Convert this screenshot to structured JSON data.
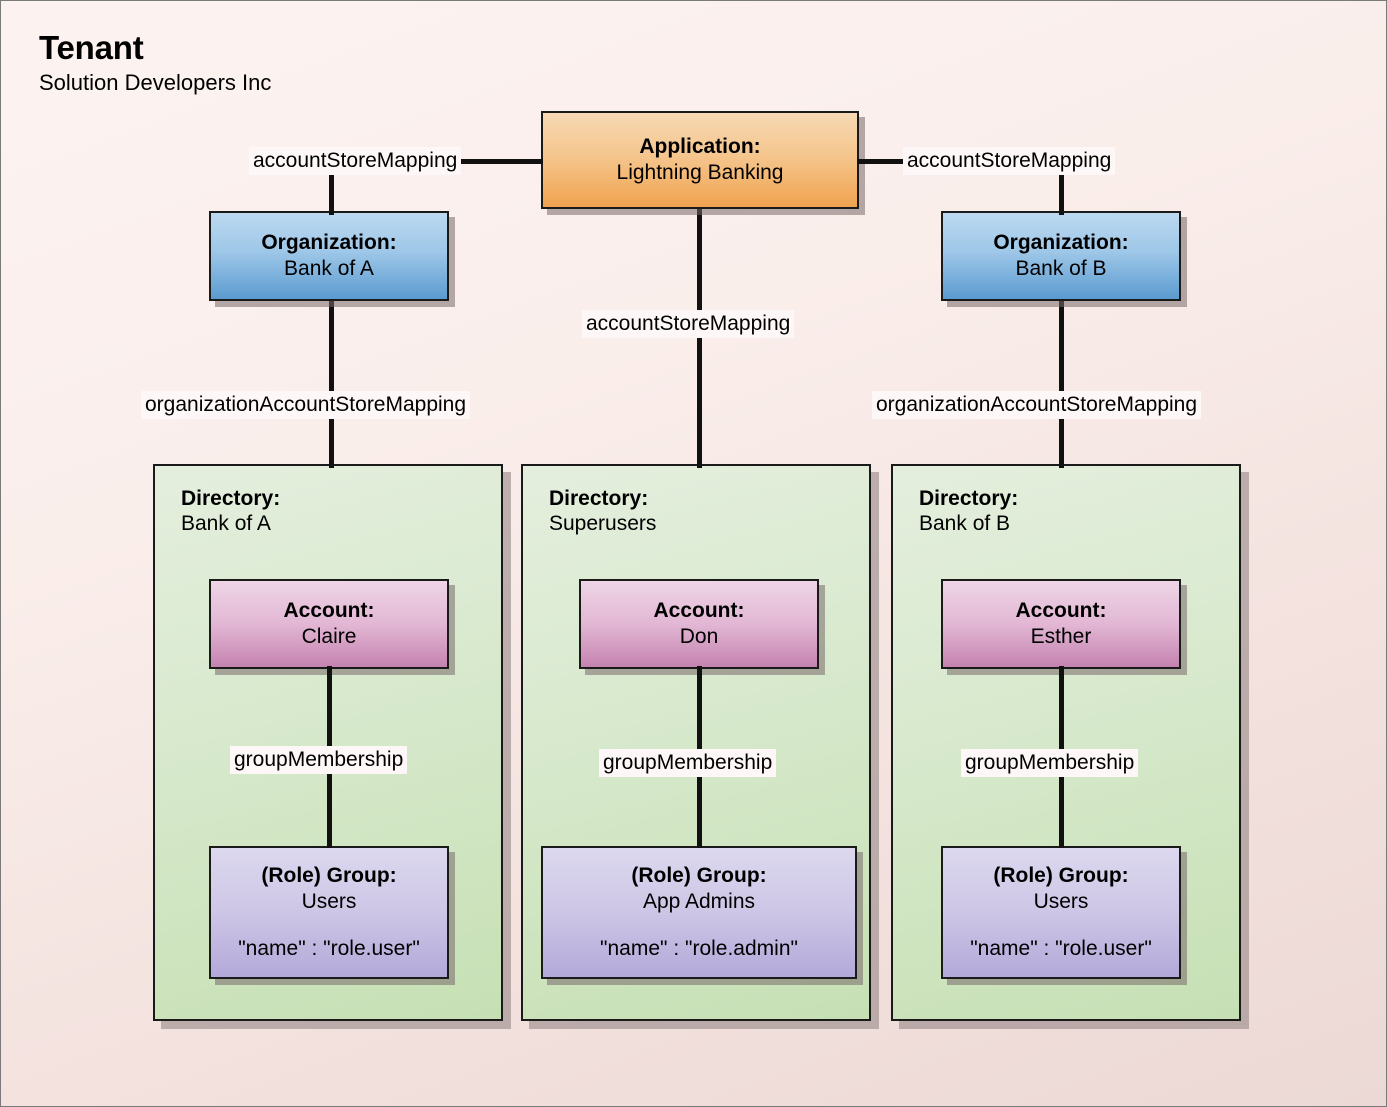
{
  "diagram": {
    "title": "Tenant",
    "subtitle": "Solution Developers Inc",
    "type": "entity-relationship-diagram"
  },
  "colors": {
    "background_top": "#fcf3f1",
    "background_bottom": "#ecd9d5",
    "application_fill": "#f0a350",
    "organization_fill": "#5b9bd0",
    "directory_fill": "#c6e0b4",
    "account_fill": "#c583b0",
    "group_fill": "#b3a9da",
    "connector": "#111111",
    "border": "#1a1a1a"
  },
  "application": {
    "head": "Application:",
    "sub": "Lightning Banking"
  },
  "organizations": [
    {
      "head": "Organization:",
      "sub": "Bank of A"
    },
    {
      "head": "Organization:",
      "sub": "Bank of B"
    }
  ],
  "directories": [
    {
      "head": "Directory:",
      "sub": "Bank of A",
      "account": {
        "head": "Account:",
        "sub": "Claire"
      },
      "group": {
        "head": "(Role) Group:",
        "sub": "Users",
        "json": "\"name\" : \"role.user\""
      },
      "membership_label": "groupMembership"
    },
    {
      "head": "Directory:",
      "sub": "Superusers",
      "account": {
        "head": "Account:",
        "sub": "Don"
      },
      "group": {
        "head": "(Role) Group:",
        "sub": "App Admins",
        "json": "\"name\" : \"role.admin\""
      },
      "membership_label": "groupMembership"
    },
    {
      "head": "Directory:",
      "sub": "Bank of B",
      "account": {
        "head": "Account:",
        "sub": "Esther"
      },
      "group": {
        "head": "(Role) Group:",
        "sub": "Users",
        "json": "\"name\" : \"role.user\""
      },
      "membership_label": "groupMembership"
    }
  ],
  "edges": {
    "app_to_org_left": "accountStoreMapping",
    "app_to_org_right": "accountStoreMapping",
    "app_to_dir_middle": "accountStoreMapping",
    "org_to_dir_left": "organizationAccountStoreMapping",
    "org_to_dir_right": "organizationAccountStoreMapping"
  }
}
